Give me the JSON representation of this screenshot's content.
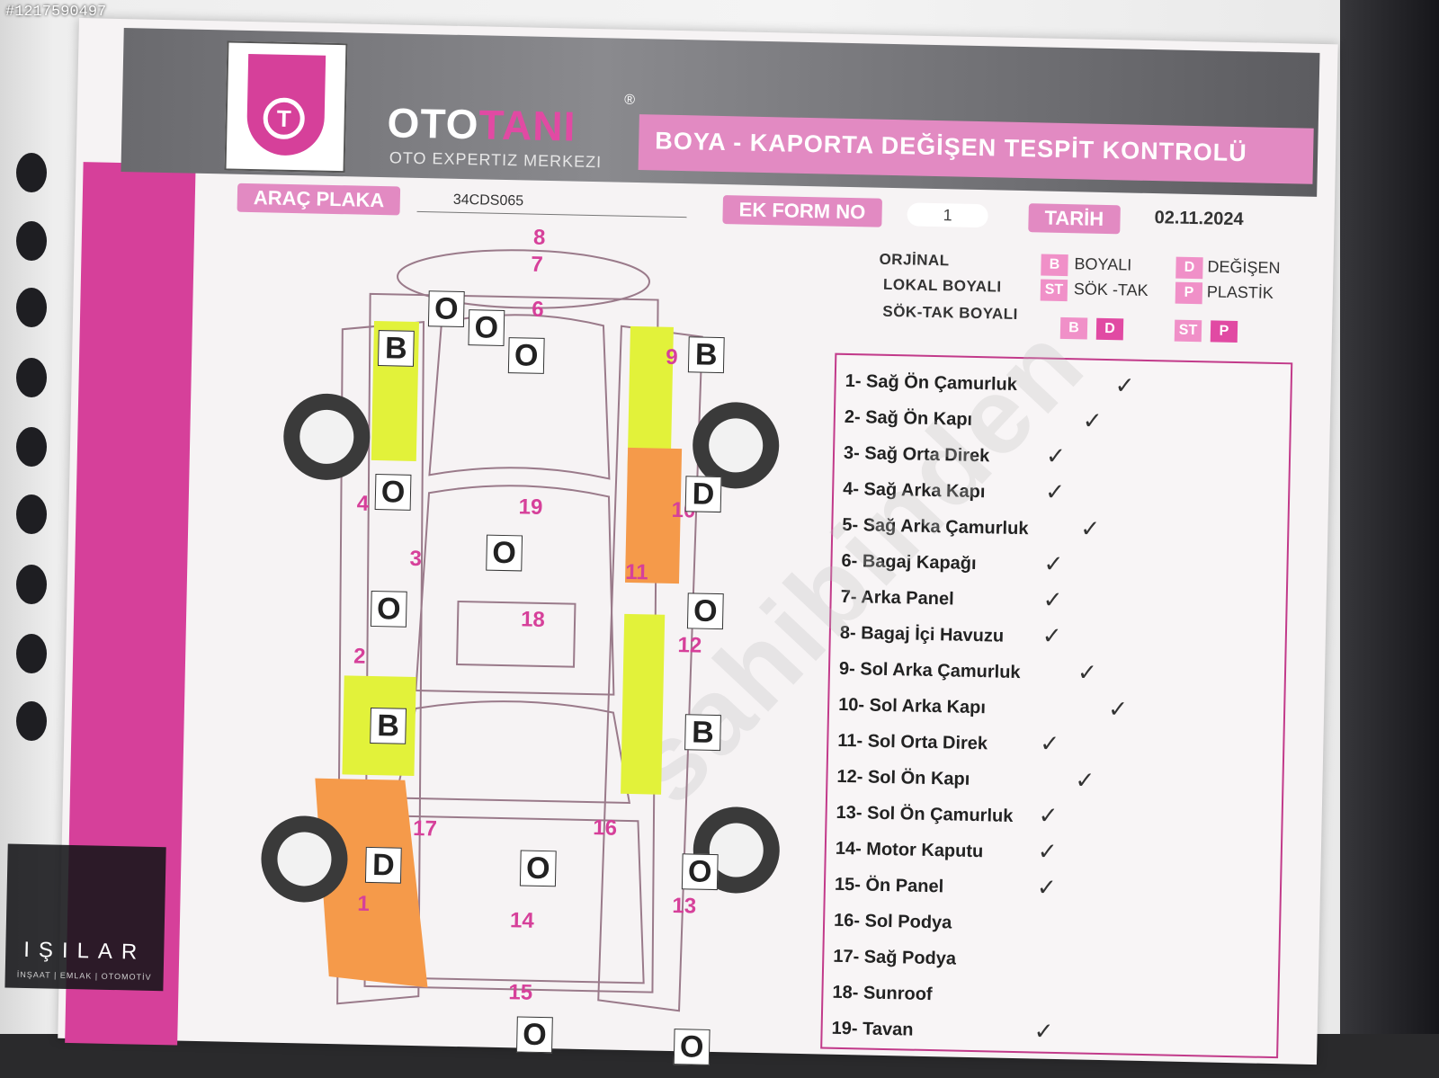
{
  "corner_tag": "#1217590497",
  "brand": {
    "oto": "OTO",
    "tani": "TANI",
    "registered": "®",
    "subtitle": "OTO EXPERTIZ MERKEZI"
  },
  "title": "BOYA - KAPORTA DEĞİŞEN TESPİT KONTROLÜ",
  "fields": {
    "plate_label": "ARAÇ PLAKA",
    "plate_value": "34CDS065",
    "form_label": "EK FORM NO",
    "form_value": "1",
    "date_label": "TARİH",
    "date_value": "02.11.2024"
  },
  "legend": {
    "orjinal": "ORJİNAL",
    "lokal": "LOKAL BOYALI",
    "soktak_boyali": "SÖK-TAK BOYALI",
    "b_code": "B",
    "b_text": "BOYALI",
    "d_code": "D",
    "d_text": "DEĞİŞEN",
    "st_code": "ST",
    "st_text": "SÖK -TAK",
    "p_code": "P",
    "p_text": "PLASTİK",
    "row_b": "B",
    "row_d": "D",
    "row_st": "ST",
    "row_p": "P"
  },
  "checklist": [
    {
      "label": "1- Sağ Ön Çamurluk",
      "check": "✓",
      "col": "boyali"
    },
    {
      "label": "2- Sağ Ön Kapı",
      "check": "✓",
      "col": "lokal"
    },
    {
      "label": "3- Sağ Orta Direk",
      "check": "✓",
      "col": "orjinal"
    },
    {
      "label": "4- Sağ Arka Kapı",
      "check": "✓",
      "col": "orjinal"
    },
    {
      "label": "5- Sağ Arka Çamurluk",
      "check": "✓",
      "col": "lokal"
    },
    {
      "label": "6- Bagaj Kapağı",
      "check": "✓",
      "col": "orjinal"
    },
    {
      "label": "7- Arka Panel",
      "check": "✓",
      "col": "orjinal"
    },
    {
      "label": "8- Bagaj İçi Havuzu",
      "check": "✓",
      "col": "orjinal"
    },
    {
      "label": "9- Sol Arka Çamurluk",
      "check": "✓",
      "col": "lokal"
    },
    {
      "label": "10- Sol Arka Kapı",
      "check": "✓",
      "col": "boyali"
    },
    {
      "label": "11- Sol Orta Direk",
      "check": "✓",
      "col": "orjinal"
    },
    {
      "label": "12- Sol Ön Kapı",
      "check": "✓",
      "col": "lokal"
    },
    {
      "label": "13- Sol Ön Çamurluk",
      "check": "✓",
      "col": "orjinal"
    },
    {
      "label": "14- Motor Kaputu",
      "check": "✓",
      "col": "orjinal"
    },
    {
      "label": "15- Ön Panel",
      "check": "✓",
      "col": "orjinal"
    },
    {
      "label": "16- Sol Podya",
      "check": "",
      "col": "orjinal"
    },
    {
      "label": "17- Sağ Podya",
      "check": "",
      "col": "orjinal"
    },
    {
      "label": "18- Sunroof",
      "check": "",
      "col": "orjinal"
    },
    {
      "label": "19- Tavan",
      "check": "✓",
      "col": "orjinal"
    }
  ],
  "diagram": {
    "numbers": [
      "8",
      "7",
      "6",
      "9",
      "10",
      "11",
      "12",
      "4",
      "3",
      "2",
      "19",
      "18",
      "17",
      "16",
      "14",
      "13",
      "15",
      "1"
    ],
    "marks": [
      "O",
      "O",
      "O",
      "B",
      "B",
      "O",
      "D",
      "O",
      "O",
      "O",
      "B",
      "B",
      "O",
      "O",
      "D",
      "O",
      "O"
    ]
  },
  "colors": {
    "magenta": "#d6409a",
    "pink": "#e28ac2",
    "yellow": "#e2f23a",
    "orange": "#f59a4a"
  },
  "watermark": "sahibinden",
  "badge": {
    "name": "IŞILAR",
    "sub": "İNŞAAT | EMLAK | OTOMOTİV"
  }
}
